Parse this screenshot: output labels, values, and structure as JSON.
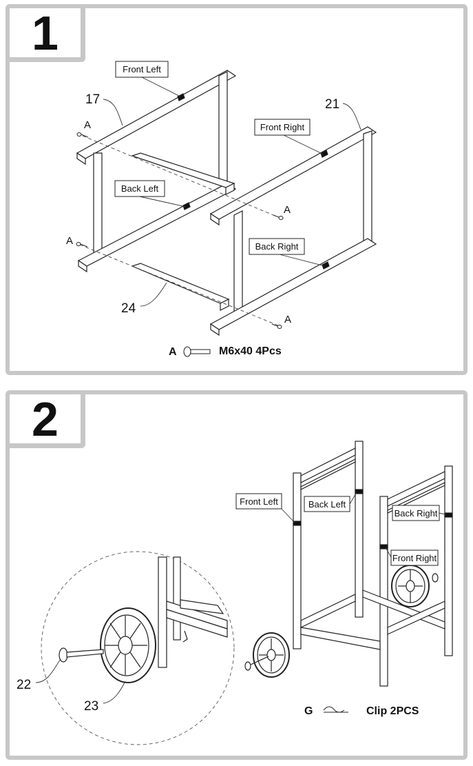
{
  "steps": [
    {
      "number": "1",
      "labels": {
        "front_left": "Front Left",
        "front_right": "Front Right",
        "back_left": "Back Left",
        "back_right": "Back Right"
      },
      "parts": {
        "p17": "17",
        "p21": "21",
        "p24": "24"
      },
      "bolt_letter": "A",
      "hardware": {
        "letter": "A",
        "text": "M6x40  4Pcs"
      }
    },
    {
      "number": "2",
      "labels": {
        "front_left": "Front Left",
        "back_left": "Back Left",
        "back_right": "Back Right",
        "front_right": "Front Right"
      },
      "parts": {
        "p22": "22",
        "p23": "23"
      },
      "hardware": {
        "letter": "G",
        "text": "Clip  2PCS"
      }
    }
  ],
  "colors": {
    "frame": "#c7c7c7",
    "line": "#222222"
  }
}
